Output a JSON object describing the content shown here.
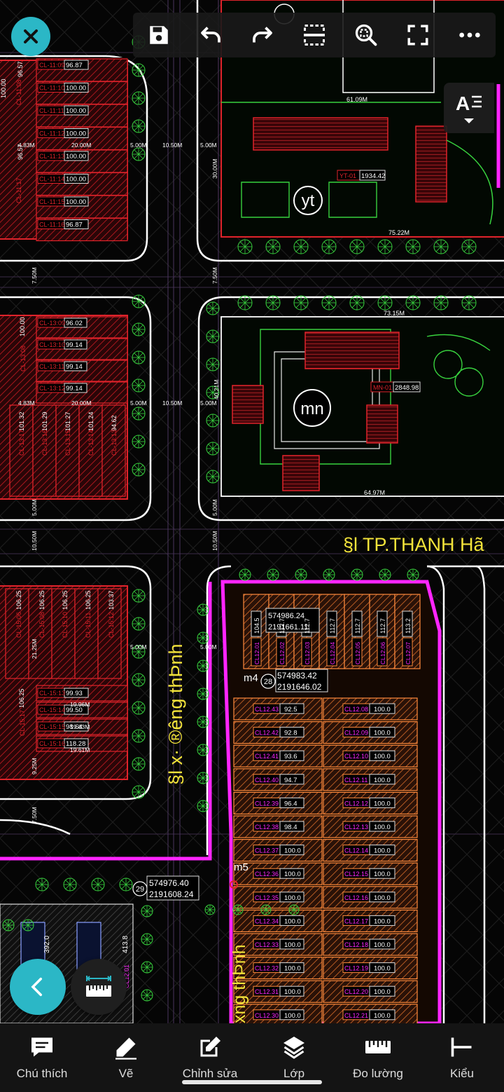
{
  "colors": {
    "accent": "#2bb7c6",
    "toolbar_bg": "#191919",
    "road_line": "#ffffff",
    "lot_red": "#e0232b",
    "lot_orange": "#ff8a3d",
    "green": "#38d13e",
    "magenta": "#ff25ff",
    "yellow_text": "#f2e33a"
  },
  "top_toolbar": {
    "icons": [
      "save-icon",
      "undo-icon",
      "redo-icon",
      "fit-width-icon",
      "zoom-icon",
      "fullscreen-icon",
      "more-icon"
    ]
  },
  "drawing": {
    "road_labels": [
      "§l TP.THANH Hã",
      "§l x· ®êng thÞnh",
      "xng thÞnh"
    ],
    "zones": [
      {
        "code": "yt",
        "lot": "YT-01",
        "area": "1934.42",
        "dim": "75.22M",
        "dim2": "61.09M"
      },
      {
        "code": "mn",
        "lot": "MN-01",
        "area": "2848.98",
        "dim": "73.15M",
        "dim2": "64.97M"
      }
    ],
    "markers": [
      {
        "id": "m4",
        "num": "28",
        "x": "574983.42",
        "y": "2191646.02"
      },
      {
        "id": "m5",
        "num": "29",
        "x": "574976.40",
        "y": "2191608.24"
      }
    ],
    "overlap_coords": [
      "574986.24",
      "2191661.11"
    ],
    "block_11_lots": [
      {
        "id": "CL-11:09",
        "area": "96.87"
      },
      {
        "id": "CL-11:10",
        "area": "100.00"
      },
      {
        "id": "CL-11:11",
        "area": "100.00"
      },
      {
        "id": "CL-11:12",
        "area": "100.00"
      },
      {
        "id": "CL-11:13",
        "area": "100.00"
      },
      {
        "id": "CL-11:14",
        "area": "100.00"
      },
      {
        "id": "CL-11:15",
        "area": "100.00"
      },
      {
        "id": "CL-11:16",
        "area": "96.87"
      }
    ],
    "block_11_side": [
      "96.57",
      "CL-11:08",
      "100.00",
      "CL-11:17",
      "96.57"
    ],
    "block_13_lots": [
      {
        "id": "CL-13:09",
        "area": "96.02"
      },
      {
        "id": "CL-13:10",
        "area": "99.14"
      },
      {
        "id": "CL-13:11",
        "area": "99.14"
      },
      {
        "id": "CL-13:12",
        "area": "99.14"
      }
    ],
    "block_13_side": [
      "100.00",
      "CL-13:08"
    ],
    "block_13_vertical": [
      {
        "id": "CL-13:17",
        "area": "101.32"
      },
      {
        "id": "CL-13:16",
        "area": "101.29"
      },
      {
        "id": "CL-13:15",
        "area": "101.27"
      },
      {
        "id": "CL-13:14",
        "area": "101.24"
      },
      {
        "id": "CL-13:13",
        "area": "94.62"
      }
    ],
    "block_15_top": [
      {
        "id": "CL-15:06",
        "area": "106.25"
      },
      {
        "id": "CL-15:08",
        "area": "106.25"
      },
      {
        "id": "CL-15:10",
        "area": "106.25"
      },
      {
        "id": "CL-15:11",
        "area": "106.25"
      },
      {
        "id": "CL-15:12",
        "area": "103.37"
      }
    ],
    "block_15_rows": [
      {
        "id": "CL-15:13",
        "area": "99.93"
      },
      {
        "id": "CL-15:14",
        "area": "99.50"
      },
      {
        "id": "CL-15:15",
        "area": "98.64"
      },
      {
        "id": "CL-15:16",
        "area": "118.28"
      }
    ],
    "block_15_side": [
      "106.25",
      "CL-15:17"
    ],
    "block_15_dims": [
      "19.96M",
      "19.83M",
      "19.61M",
      "21.25M",
      "9.25M"
    ],
    "block_12_top": [
      {
        "id": "CL12.01",
        "area": "104.5"
      },
      {
        "id": "CL12.02",
        "area": "112.7"
      },
      {
        "id": "CL12.03",
        "area": "112.7"
      },
      {
        "id": "CL12.04",
        "area": "112.7"
      },
      {
        "id": "CL12.05",
        "area": "112.7"
      },
      {
        "id": "CL12.06",
        "area": "112.7"
      },
      {
        "id": "CL12.07",
        "area": "113.2"
      }
    ],
    "block_12_left": [
      {
        "id": "CL12.43",
        "area": "92.5"
      },
      {
        "id": "CL12.42",
        "area": "92.8"
      },
      {
        "id": "CL12.41",
        "area": "93.6"
      },
      {
        "id": "CL12.40",
        "area": "94.7"
      },
      {
        "id": "CL12.39",
        "area": "96.4"
      },
      {
        "id": "CL12.38",
        "area": "98.4"
      },
      {
        "id": "CL12.37",
        "area": "100.0"
      },
      {
        "id": "CL12.36",
        "area": "100.0"
      },
      {
        "id": "CL12.35",
        "area": "100.0"
      },
      {
        "id": "CL12.34",
        "area": "100.0"
      },
      {
        "id": "CL12.33",
        "area": "100.0"
      },
      {
        "id": "CL12.32",
        "area": "100.0"
      },
      {
        "id": "CL12.31",
        "area": "100.0"
      },
      {
        "id": "CL12.30",
        "area": "100.0"
      }
    ],
    "block_12_right": [
      {
        "id": "CL12.08",
        "area": "100.0"
      },
      {
        "id": "CL12.09",
        "area": "100.0"
      },
      {
        "id": "CL12.10",
        "area": "100.0"
      },
      {
        "id": "CL12.11",
        "area": "100.0"
      },
      {
        "id": "CL12.12",
        "area": "100.0"
      },
      {
        "id": "CL12.13",
        "area": "100.0"
      },
      {
        "id": "CL12.14",
        "area": "100.0"
      },
      {
        "id": "CL12.15",
        "area": "100.0"
      },
      {
        "id": "CL12.16",
        "area": "100.0"
      },
      {
        "id": "CL12.17",
        "area": "100.0"
      },
      {
        "id": "CL12.18",
        "area": "100.0"
      },
      {
        "id": "CL12.19",
        "area": "100.0"
      },
      {
        "id": "CL12.20",
        "area": "100.0"
      },
      {
        "id": "CL12.21",
        "area": "100.0"
      }
    ],
    "bottom_left_lots": [
      {
        "id": "CL12.01",
        "area": "413.8"
      },
      {
        "id": "",
        "area": "392.0"
      }
    ],
    "road_dims": [
      "5.00M",
      "10.50M",
      "5.00M",
      "30.00M",
      "7.50M",
      "20.00M",
      "4.83M",
      "40.21M"
    ],
    "street_width_labels": [
      "5.00M",
      "10.50M",
      "7.50M",
      "5.00M"
    ]
  },
  "bottom_bar": {
    "items": [
      {
        "label": "Chú thích",
        "icon": "comment-icon"
      },
      {
        "label": "Vẽ",
        "icon": "pen-icon"
      },
      {
        "label": "Chỉnh sửa",
        "icon": "edit-icon"
      },
      {
        "label": "Lớp",
        "icon": "layers-icon"
      },
      {
        "label": "Đo lường",
        "icon": "ruler-icon"
      },
      {
        "label": "Kiểu",
        "icon": "style-icon"
      }
    ]
  }
}
